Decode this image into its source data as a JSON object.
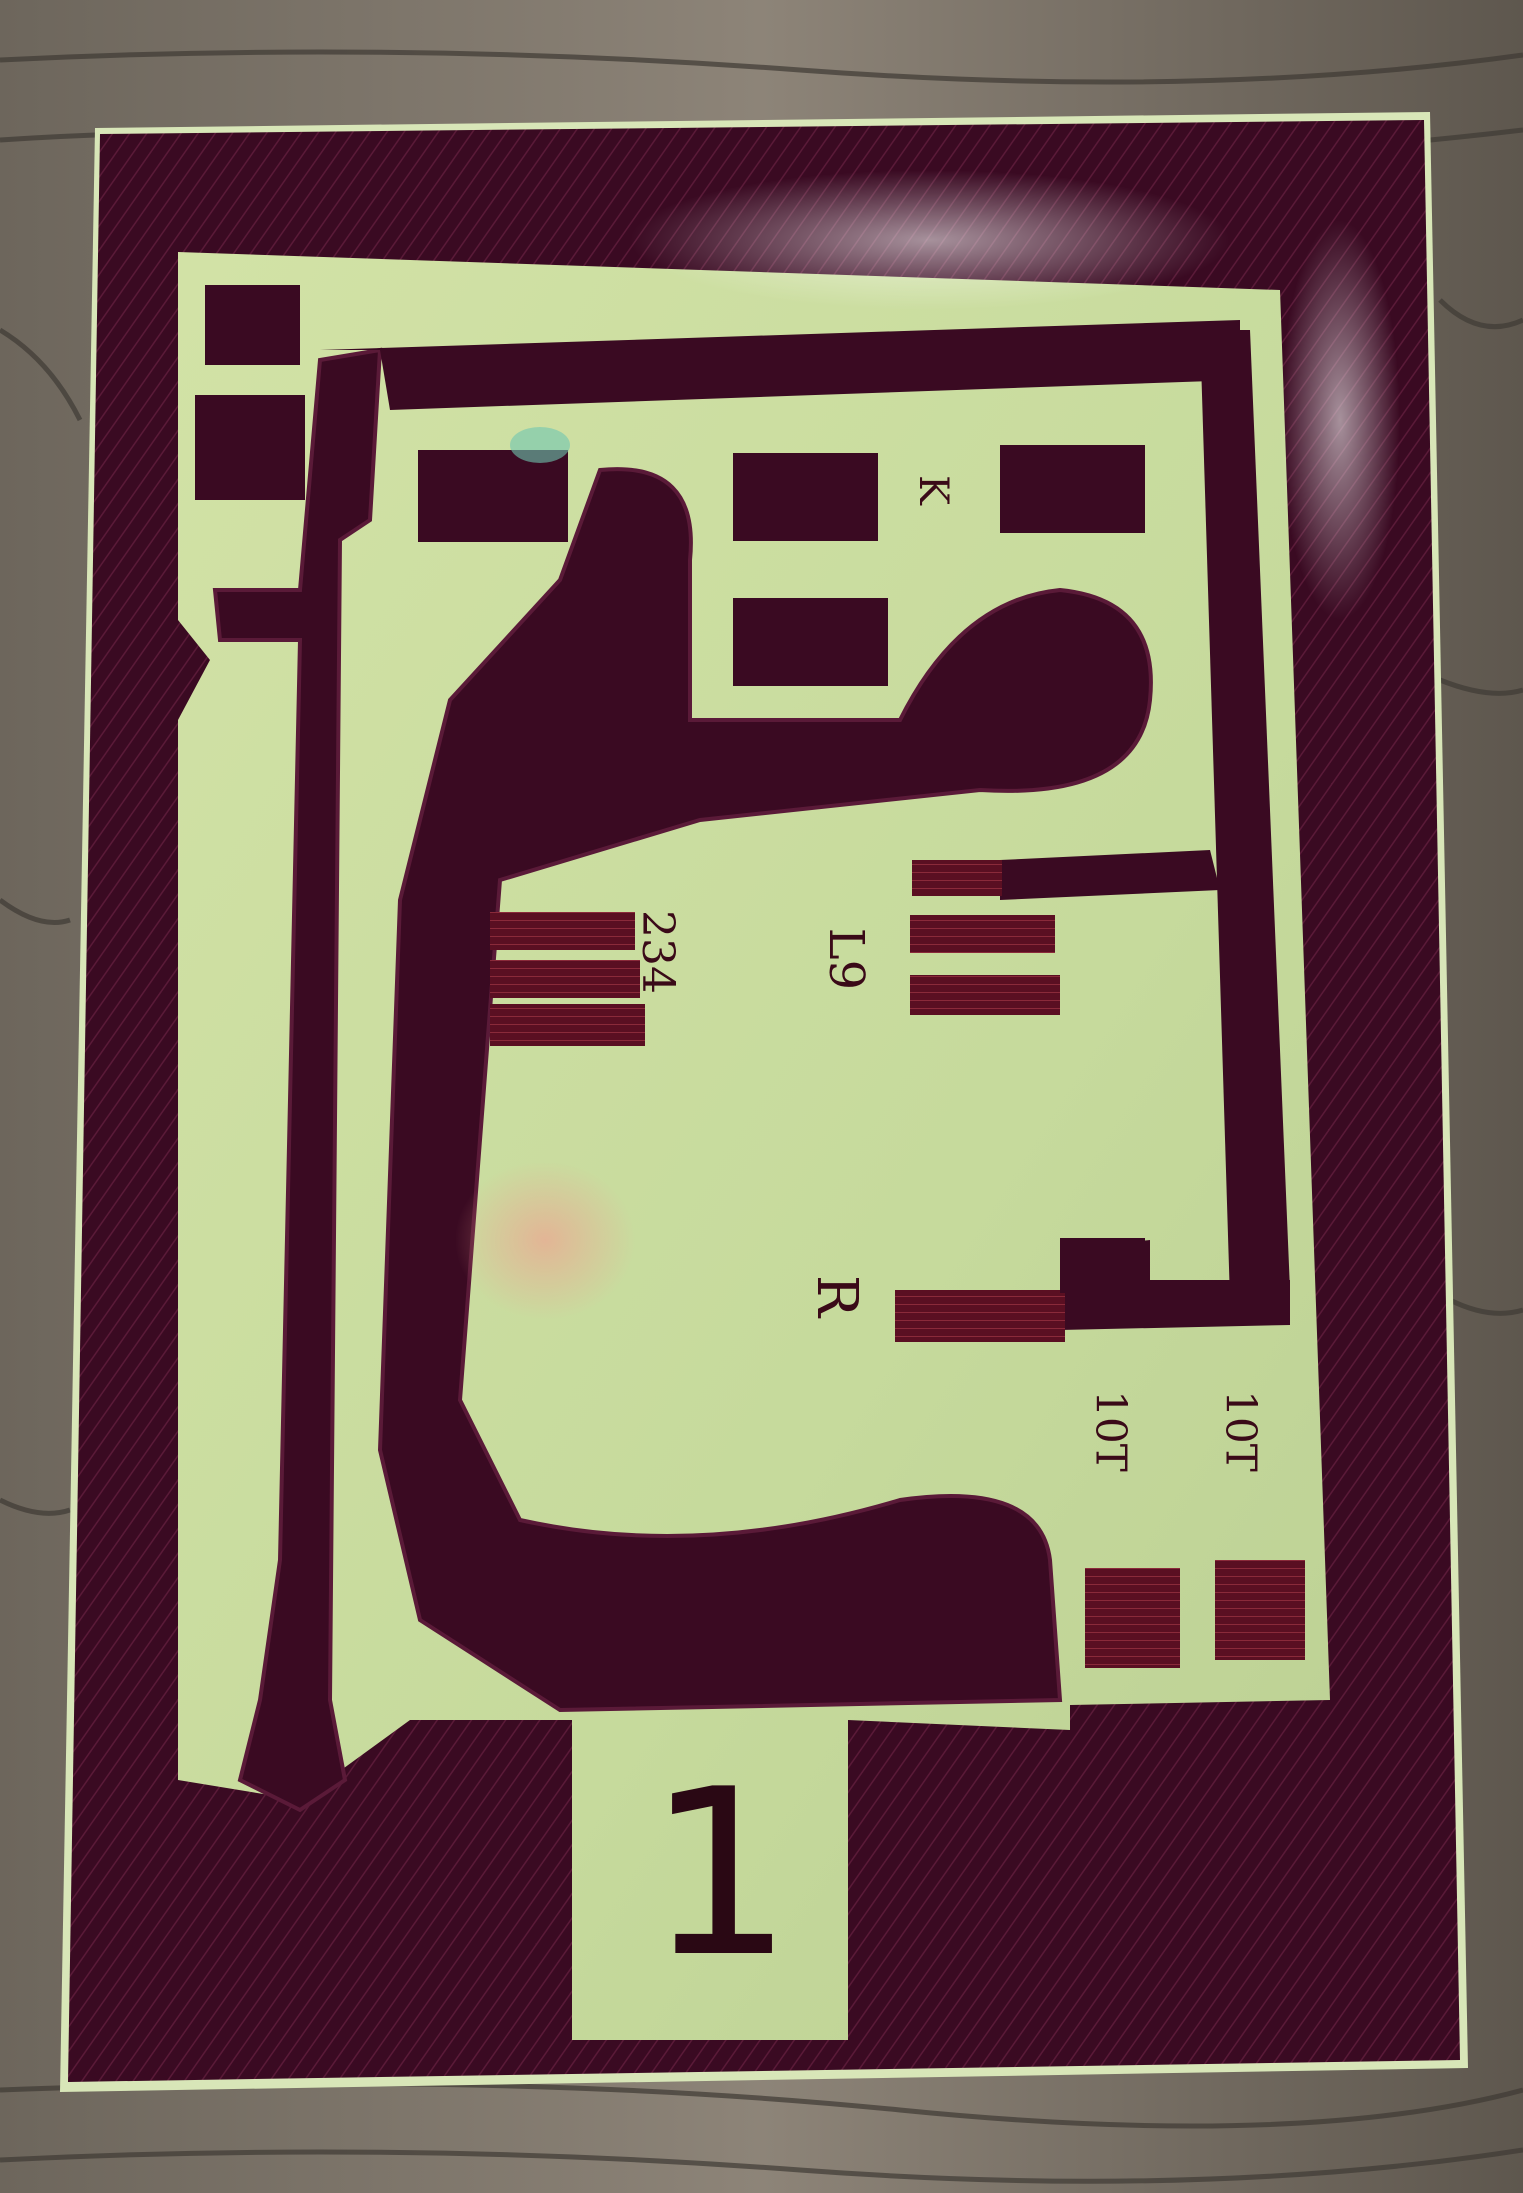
{
  "photo": {
    "subject": "hand-drawn etched circuit board on green-tinted substrate resting on weathered wood",
    "colors": {
      "wood_light": "#8d8478",
      "wood_dark": "#3f3a34",
      "resist_ink": "#3a0a22",
      "resist_highlight": "#6e2a4a",
      "copper_pad": "#6a1424",
      "substrate": "#c9dda0",
      "substrate_edge": "#d8e6b8"
    },
    "board_number": "1",
    "pad_labels": {
      "k_marker": "K",
      "pin_group_a": "234",
      "pin_group_b": "L9",
      "r_marker": "R",
      "lower_left_pin": "10T",
      "lower_right_pin": "10T"
    }
  }
}
